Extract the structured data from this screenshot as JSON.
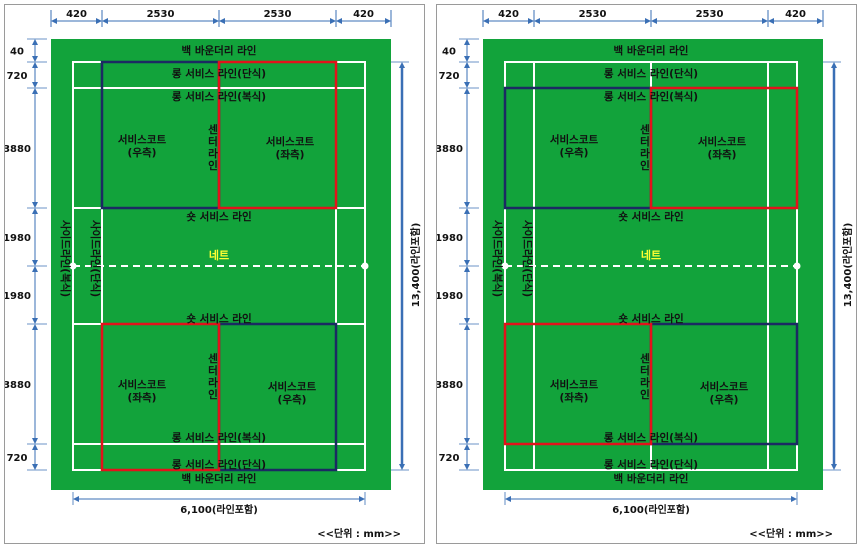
{
  "labels": {
    "back_boundary": "백 바운더리 라인",
    "long_service_singles": "롱 서비스 라인(단식)",
    "long_service_doubles": "롱 서비스 라인(복식)",
    "short_service": "숏 서비스 라인",
    "net": "네트",
    "center_line": [
      "센",
      "터",
      "라",
      "인"
    ],
    "service_court_right": [
      "서비스코트",
      "(우측)"
    ],
    "service_court_left": [
      "서비스코트",
      "(좌측)"
    ],
    "side_line_doubles": "사이드라인(복식)",
    "side_line_singles": "사이드라인(단식)",
    "total_length": "13,400(라인포함)",
    "total_width": "6,100(라인포함)",
    "unit": "<<단위 : mm>>"
  },
  "dimensions": {
    "top": [
      "420",
      "2530",
      "2530",
      "420"
    ],
    "left": [
      "40",
      "720",
      "3880",
      "1980",
      "1980",
      "3880",
      "720"
    ]
  },
  "colors": {
    "court_green": "#12a33b",
    "line_white": "#ffffff",
    "serve_red": "#e3121b",
    "receive_navy": "#1b2a63",
    "arrow_blue": "#3a6fb5",
    "net_yellow": "#ffff33"
  },
  "panels": [
    {
      "court_labels": {
        "top_service_court_a": "서비스코트\n(우측)",
        "top_service_court_b": "서비스코트\n(좌측)",
        "bottom_service_court_a": "서비스코트\n(좌측)",
        "bottom_service_court_b": "서비스코트\n(우측)"
      }
    },
    {
      "court_labels": {
        "top_service_court_a": "서비스코트\n(우측)",
        "top_service_court_b": "서비스코트\n(좌측)",
        "bottom_service_court_a": "서비스코트\n(좌측)",
        "bottom_service_court_b": "서비스코트\n(우측)"
      }
    }
  ]
}
